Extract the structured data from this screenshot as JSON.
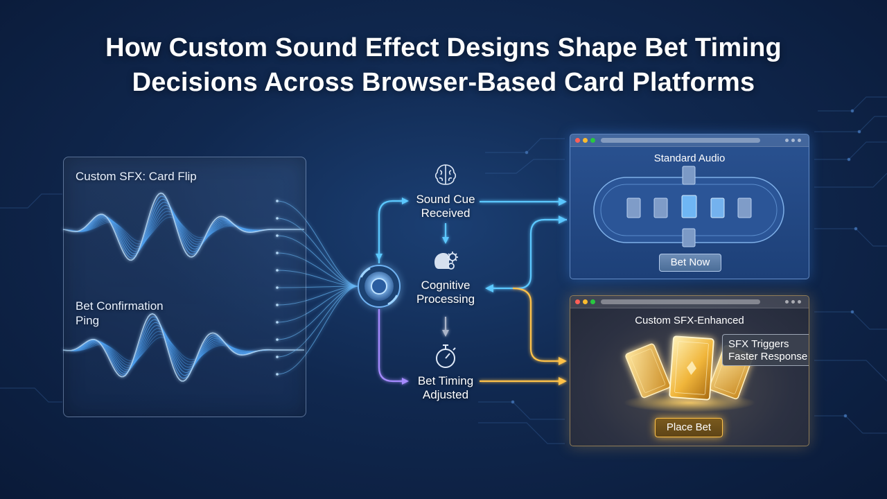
{
  "title": {
    "line1": "How Custom Sound Effect Designs Shape Bet Timing",
    "line2": "Decisions Across Browser-Based Card Platforms"
  },
  "waves": {
    "top_label": "Custom SFX: Card Flip",
    "bottom_label_line1": "Bet Confirmation",
    "bottom_label_line2": "Ping"
  },
  "flow": {
    "step1": {
      "line1": "Sound Cue",
      "line2": "Received",
      "icon": "brain-icon"
    },
    "step2": {
      "line1": "Cognitive",
      "line2": "Processing",
      "icon": "brain-gears-icon"
    },
    "step3": {
      "line1": "Bet Timing",
      "line2": "Adjusted",
      "icon": "stopwatch-icon"
    }
  },
  "standard_panel": {
    "title": "Standard Audio",
    "button": "Bet Now"
  },
  "sfx_panel": {
    "title": "Custom SFX-Enhanced",
    "callout_line1": "SFX Triggers",
    "callout_line2": "Faster Response",
    "button": "Place Bet"
  },
  "colors": {
    "background": "#10284f",
    "wave_blue": "#4aa8ff",
    "flow_blue": "#5cc8ff",
    "gold": "#ffc24a",
    "purple": "#a58bff"
  }
}
